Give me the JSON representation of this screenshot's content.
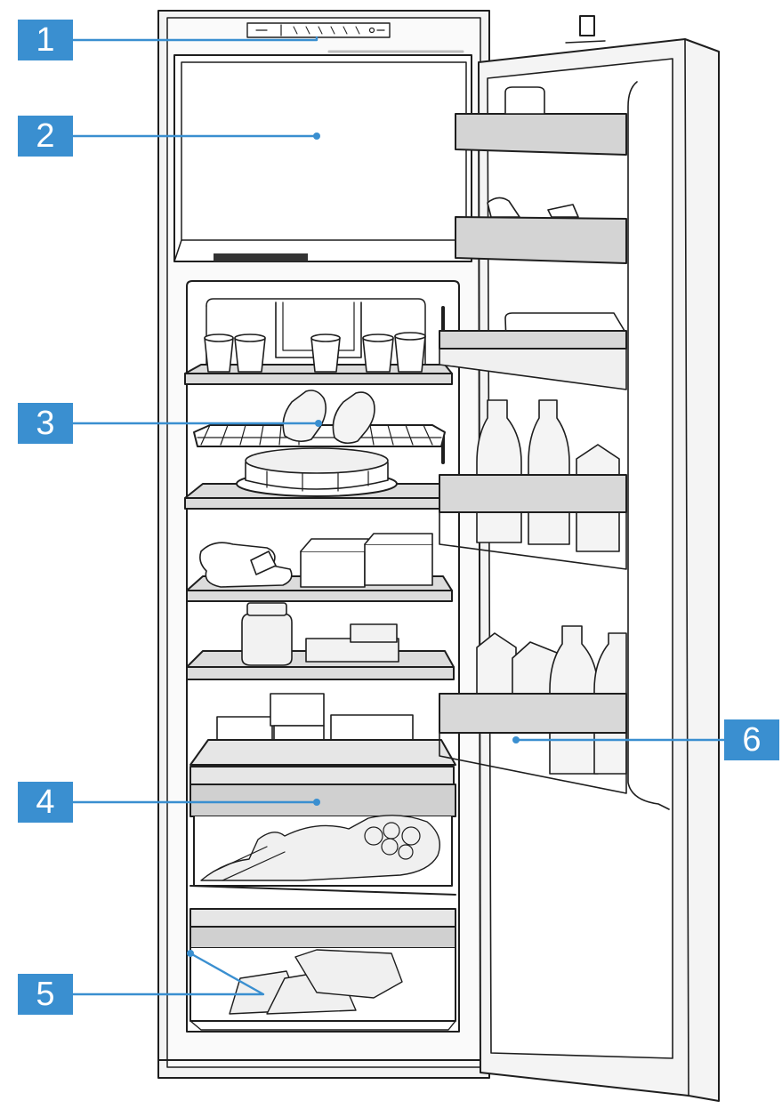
{
  "colors": {
    "callout": "#3a8fd0",
    "line": "#1e1e1e",
    "shelf": "#d6d6d6",
    "panel": "#eeeeee",
    "white": "#ffffff"
  },
  "callouts": [
    {
      "id": "control-panel",
      "label": "1"
    },
    {
      "id": "freezer-compartment",
      "label": "2"
    },
    {
      "id": "bottle-rack",
      "label": "3"
    },
    {
      "id": "vegetable-drawer",
      "label": "4"
    },
    {
      "id": "chiller-drawer",
      "label": "5"
    },
    {
      "id": "door-shelf",
      "label": "6"
    }
  ]
}
